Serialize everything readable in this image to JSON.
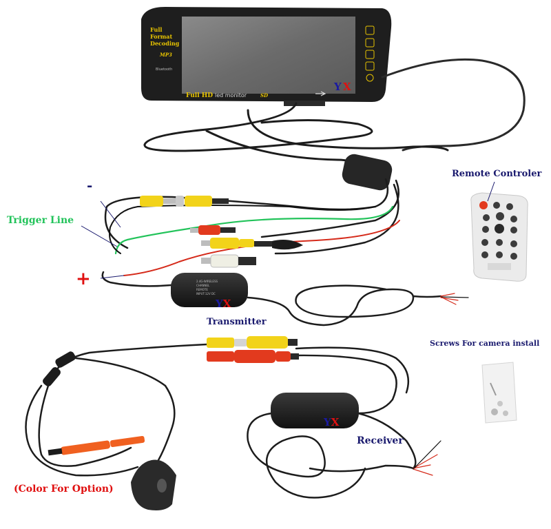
{
  "labels": {
    "remote": "Remote Controler",
    "trigger": "Trigger Line",
    "minus": "-",
    "plus": "+",
    "transmitter": "Transmitter",
    "screws": "Screws For camera install",
    "receiver": "Receiver",
    "color_option": "(Color For Option)"
  },
  "monitor": {
    "brand_lines": [
      "Full",
      "Format",
      "Decoding"
    ],
    "mp3": "MP3",
    "bluetooth": "Bluetooth",
    "fullhd": "Full HD",
    "led": "led monitor",
    "sd": "SD",
    "watermark_y": "Y",
    "watermark_x": "X"
  },
  "transmitter_text": [
    "2.4G-WIRELESS",
    "CHANNEL",
    "REMOTE",
    "INPUT:12V DC"
  ],
  "watermark": "YX",
  "colors": {
    "rca_yellow": "#f2d31a",
    "rca_red": "#e23a1e",
    "rca_white": "#efefe4",
    "trigger_green": "#22c35a",
    "label_navy": "#1a1a6e",
    "label_red": "#e01010"
  }
}
